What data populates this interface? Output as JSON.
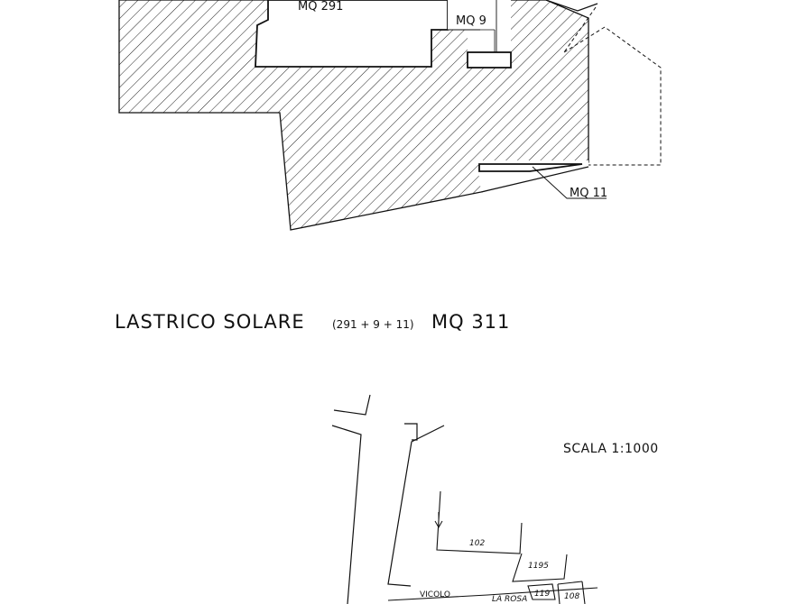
{
  "floor_plan": {
    "labels": {
      "main_area": "MQ  291",
      "small_area": "MQ  9",
      "strip_area": "MQ 11"
    }
  },
  "caption": {
    "title": "LASTRICO SOLARE",
    "formula": "(291 + 9 + 11)",
    "total": "MQ  311"
  },
  "site_map": {
    "scale": "SCALA   1:1000",
    "parcels": [
      "102",
      "1195",
      "119",
      "108"
    ],
    "street": "VICOLO",
    "bottom_note": "LA ROSA"
  }
}
